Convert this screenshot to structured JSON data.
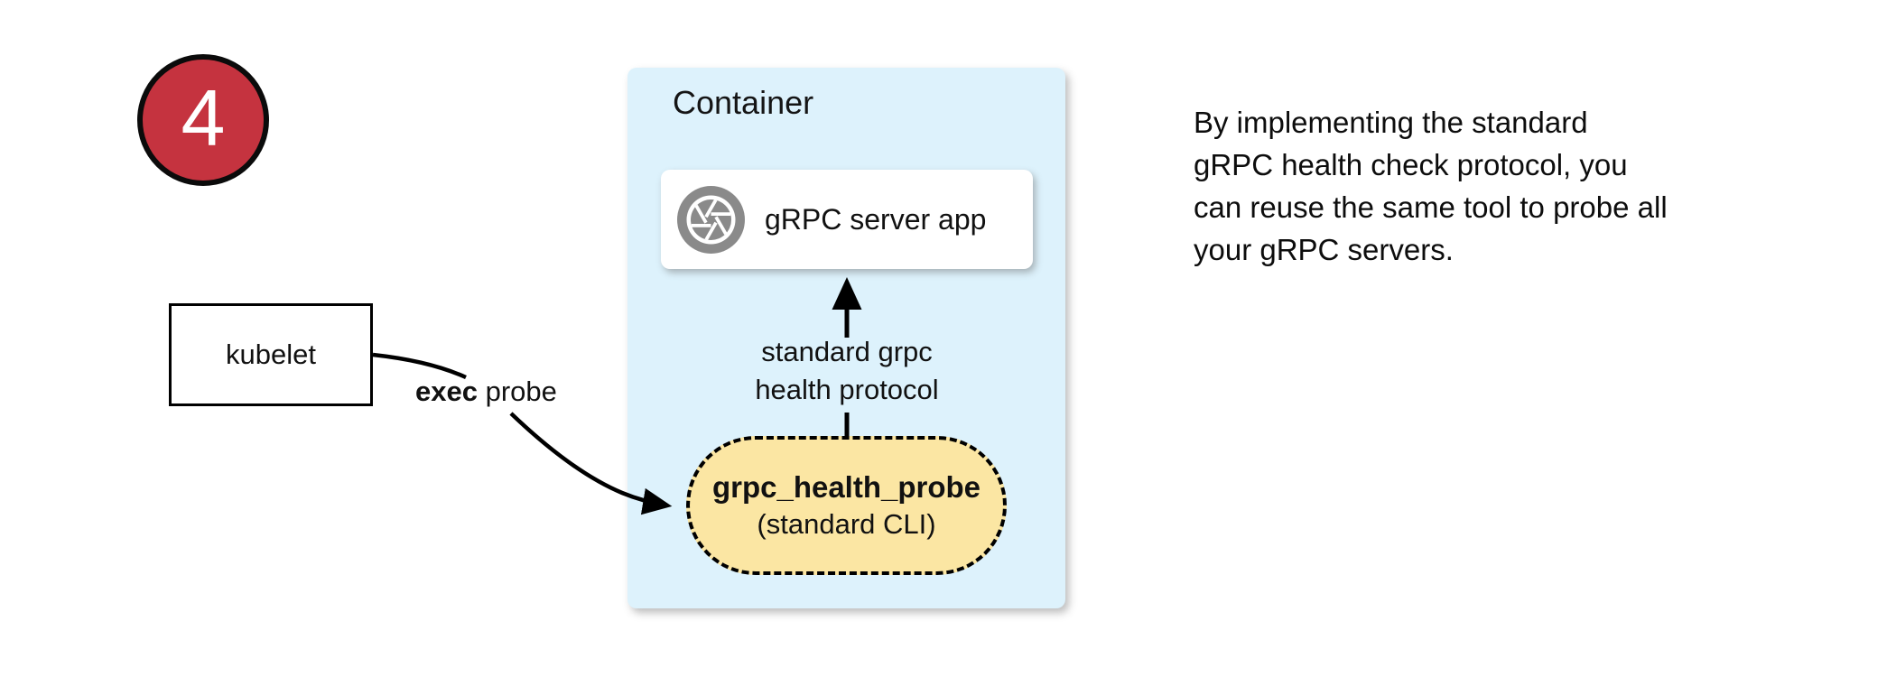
{
  "colors": {
    "container_fill": "#DDF2FC",
    "probe_pill_fill": "#FBE6A3",
    "step_badge_fill": "#C5333F",
    "icon_gray": "#8A8A8A",
    "arrow_color": "#000000"
  },
  "step_badge": {
    "number": "4"
  },
  "kubelet": {
    "label": "kubelet"
  },
  "exec_probe_arrow": {
    "label_bold": "exec",
    "label_rest": " probe"
  },
  "container": {
    "title": "Container",
    "server_app": {
      "label": "gRPC server app",
      "icon": "aperture-icon"
    },
    "health_protocol_arrow": {
      "label": "standard grpc\nhealth protocol"
    },
    "grpc_health_probe": {
      "title": "grpc_health_probe",
      "subtitle": "(standard CLI)"
    }
  },
  "annotation": {
    "text": "By implementing the standard\ngRPC health check protocol, you\ncan reuse the same tool to probe all\nyour gRPC servers."
  }
}
